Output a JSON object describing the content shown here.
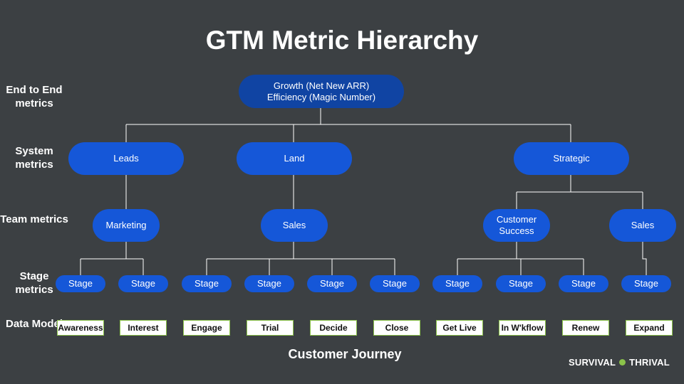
{
  "title": "GTM Metric Hierarchy",
  "row_labels": {
    "end_to_end": "End to End metrics",
    "system": "System metrics",
    "team": "Team metrics",
    "stage": "Stage metrics",
    "data_model": "Data Model"
  },
  "root": {
    "line1": "Growth (Net New ARR)",
    "line2": "Efficiency (Magic Number)"
  },
  "system": [
    "Leads",
    "Land",
    "Strategic"
  ],
  "team": [
    "Marketing",
    "Sales",
    "Customer Success",
    "Sales"
  ],
  "stage_label": "Stage",
  "data_model": [
    "Awareness",
    "Interest",
    "Engage",
    "Trial",
    "Decide",
    "Close",
    "Get Live",
    "In W'kflow",
    "Renew",
    "Expand"
  ],
  "journey": "Customer Journey",
  "logo": {
    "left": "SURVIVAL",
    "right": "THRIVAL"
  },
  "colors": {
    "background": "#3c4043",
    "node": "#1557d8",
    "root": "#1044a3",
    "data_model_border": "#8bc34a"
  }
}
